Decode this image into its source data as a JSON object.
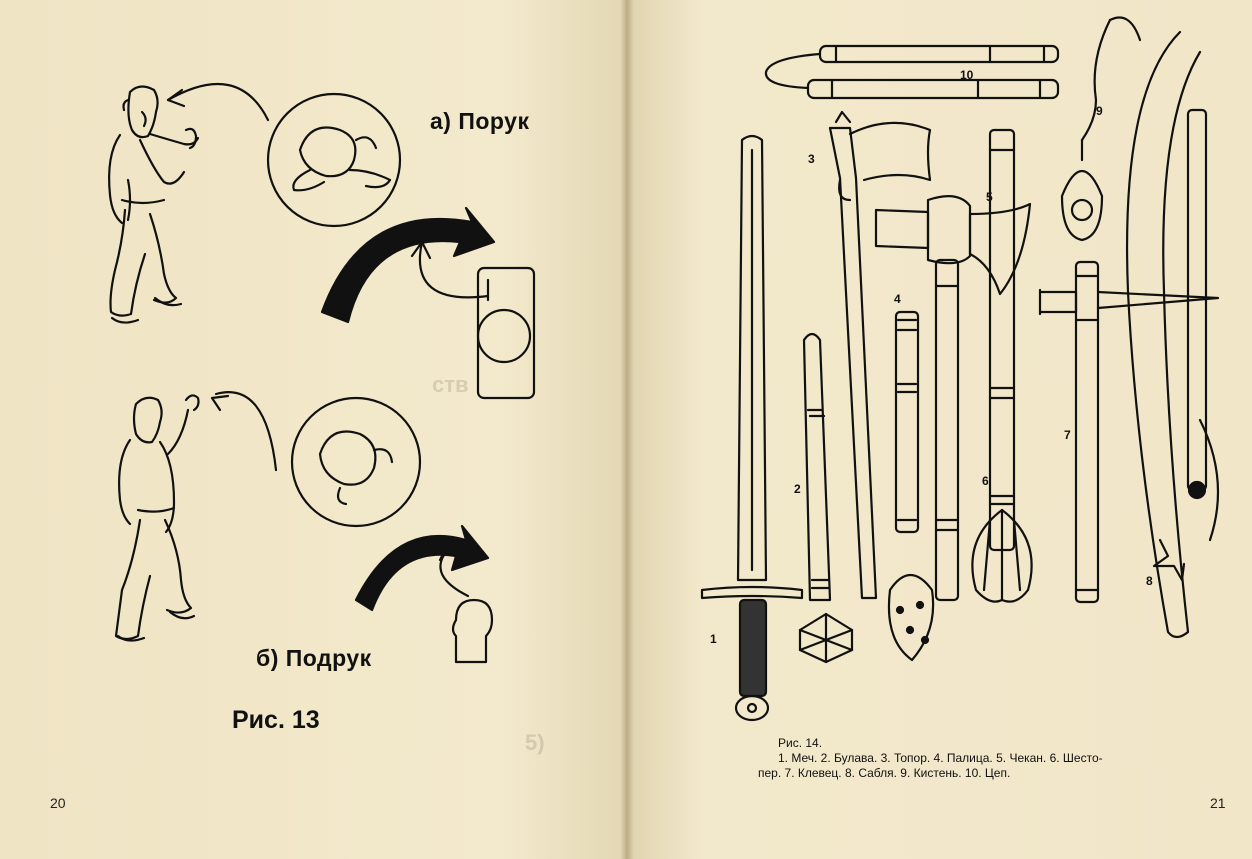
{
  "left_page": {
    "fig_a_label": "а) Порук",
    "fig_b_label": "б) Подрук",
    "fig_title": "Рис. 13",
    "page_number": "20"
  },
  "right_page": {
    "caption_title": "Рис. 14.",
    "caption_line1": "1. Меч. 2. Булава. 3. Топор. 4. Палица. 5. Чекан. 6. Шесто-",
    "caption_line2": "пер. 7. Клевец. 8. Сабля. 9. Кистень. 10. Цеп.",
    "weapon_numbers": [
      "1",
      "2",
      "3",
      "4",
      "5",
      "6",
      "7",
      "8",
      "9",
      "10"
    ],
    "page_number": "21"
  }
}
